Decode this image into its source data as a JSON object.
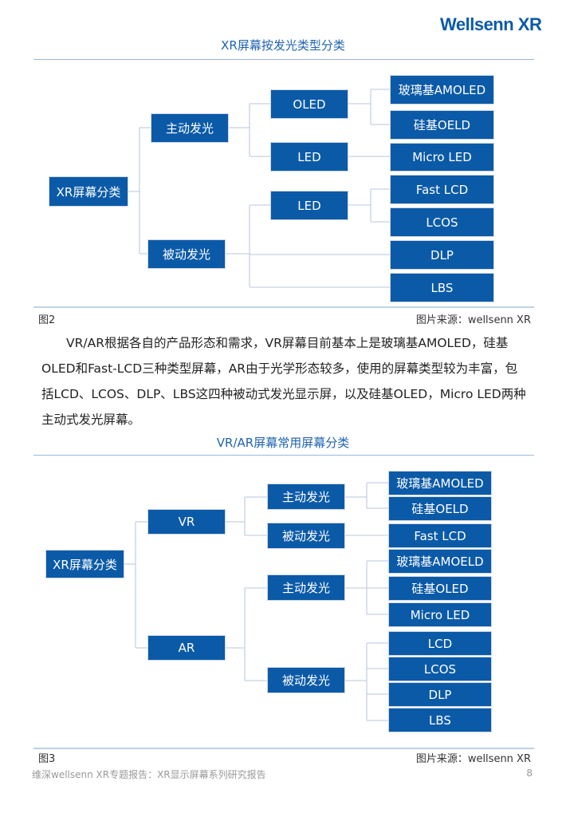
{
  "header": {
    "logo": "Wellsenn XR"
  },
  "figure2": {
    "title": "XR屏幕按发光类型分类",
    "root": "XR屏幕分类",
    "level1": [
      "主动发光",
      "被动发光"
    ],
    "level2": [
      "OLED",
      "LED",
      "LED"
    ],
    "leaves": [
      "玻璃基AMOLED",
      "硅基OELD",
      "Micro LED",
      "Fast LCD",
      "LCOS",
      "DLP",
      "LBS"
    ],
    "label": "图2",
    "source": "图片来源：wellsenn XR"
  },
  "paragraph": "VR/AR根据各自的产品形态和需求，VR屏幕目前基本上是玻璃基AMOLED，硅基OLED和Fast-LCD三种类型屏幕，AR由于光学形态较多，使用的屏幕类型较为丰富，包括LCD、LCOS、DLP、LBS这四种被动式发光显示屏，以及硅基OLED，Micro LED两种主动式发光屏幕。",
  "figure3": {
    "title": "VR/AR屏幕常用屏幕分类",
    "root": "XR屏幕分类",
    "level1": [
      "VR",
      "AR"
    ],
    "level2": [
      "主动发光",
      "被动发光",
      "主动发光",
      "被动发光"
    ],
    "leaves": [
      "玻璃基AMOLED",
      "硅基OELD",
      "Fast LCD",
      "玻璃基AMOELD",
      "硅基OLED",
      "Micro LED",
      "LCD",
      "LCOS",
      "DLP",
      "LBS"
    ],
    "label": "图3",
    "source": "图片来源：wellsenn XR"
  },
  "footer": {
    "text": "维深wellsenn XR专题报告：XR显示屏幕系列研究报告",
    "page": "8"
  }
}
